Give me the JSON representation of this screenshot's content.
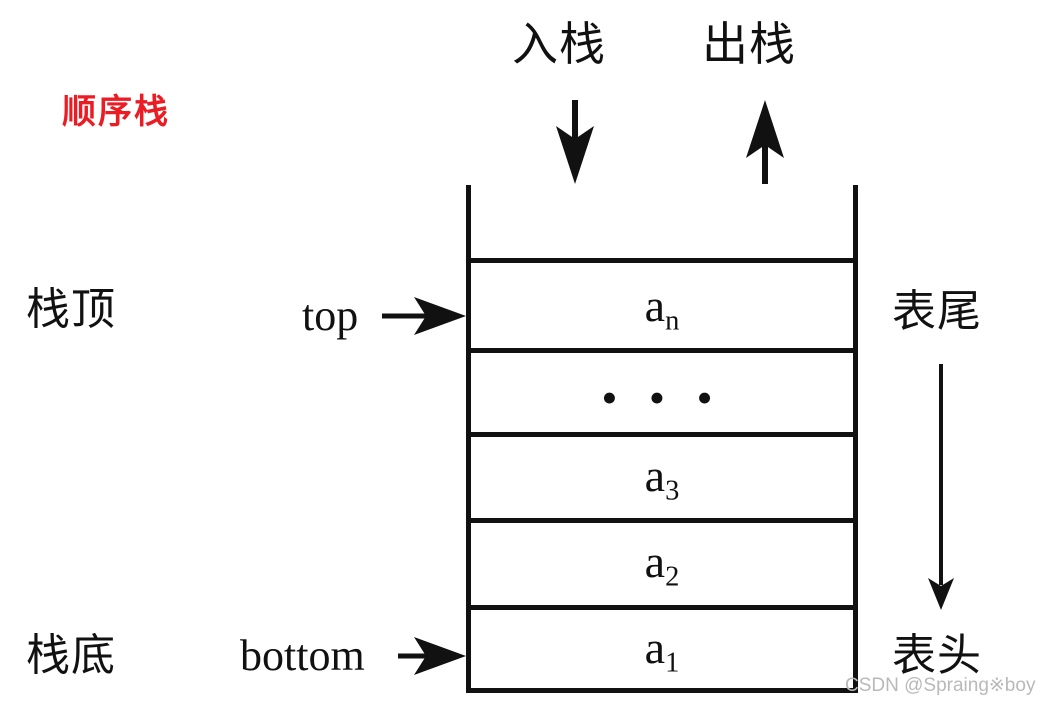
{
  "diagram": {
    "title": "顺序栈",
    "title_color": "#ec1c24",
    "stroke_color": "#111111",
    "background": "#ffffff",
    "type": "sequential-stack-diagram"
  },
  "operations": {
    "push": {
      "label": "入栈",
      "arrow": "down-arrow-icon",
      "direction": "into-stack"
    },
    "pop": {
      "label": "出栈",
      "arrow": "up-arrow-icon",
      "direction": "out-of-stack"
    }
  },
  "pointers": {
    "top": {
      "word": "top",
      "label": "栈顶",
      "arrow": "right-arrow-icon",
      "points_to_cell": "a_n"
    },
    "bottom": {
      "word": "bottom",
      "label": "栈底",
      "arrow": "right-arrow-icon",
      "points_to_cell": "a_1"
    }
  },
  "list_ends": {
    "tail": "表尾",
    "head": "表头",
    "arrow": "long-down-arrow-icon"
  },
  "stack": {
    "open_top": true,
    "cells": [
      {
        "base": "a",
        "sub": "n",
        "kind": "element"
      },
      {
        "base": "",
        "sub": "",
        "kind": "ellipsis",
        "text": "•  •  •"
      },
      {
        "base": "a",
        "sub": "3",
        "kind": "element"
      },
      {
        "base": "a",
        "sub": "2",
        "kind": "element"
      },
      {
        "base": "a",
        "sub": "1",
        "kind": "element"
      }
    ]
  },
  "watermark": {
    "text": "CSDN @Spraing※boy"
  }
}
